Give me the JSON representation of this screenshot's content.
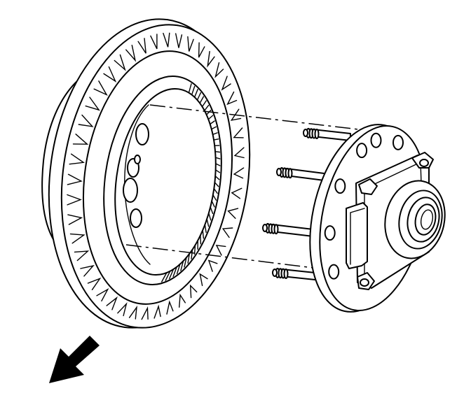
{
  "diagram": {
    "parts": [
      "brake-rotor",
      "wheel-hub-bearing-assembly",
      "wheel-studs"
    ],
    "arrow_direction": "down-left",
    "colors": {
      "line": "#000000",
      "background": "#ffffff"
    }
  }
}
